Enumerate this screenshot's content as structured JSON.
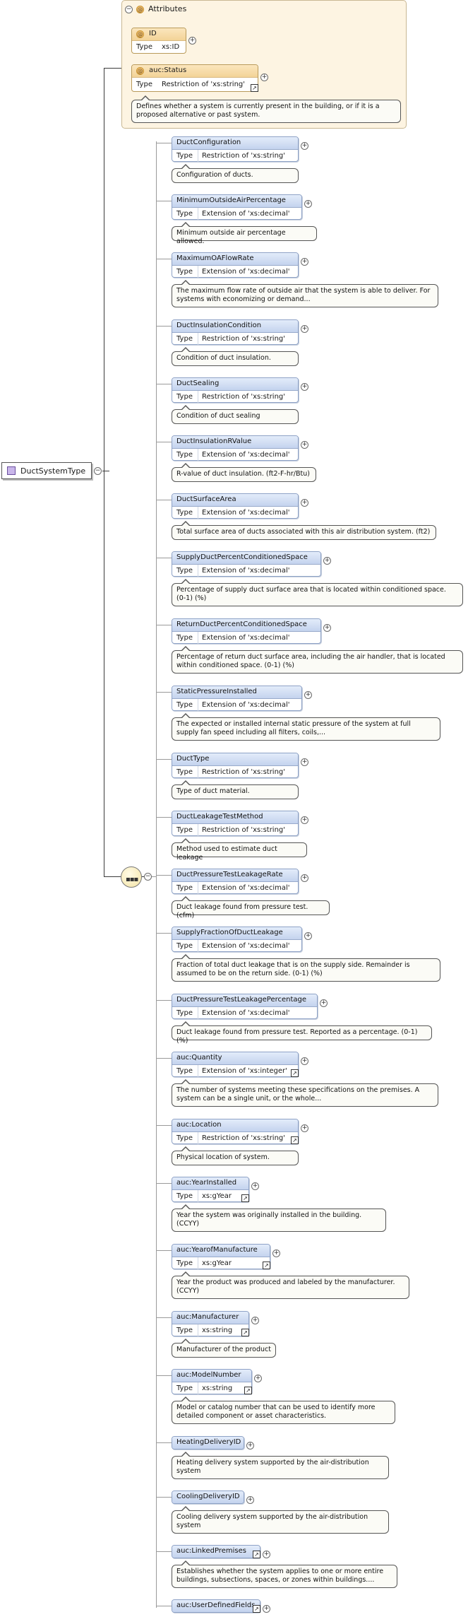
{
  "root": {
    "name": "DuctSystemType"
  },
  "attributes": {
    "title": "Attributes",
    "items": [
      {
        "name": "ID",
        "type_label": "Type",
        "type_value": "xs:ID",
        "has_link": false,
        "doc": ""
      },
      {
        "name": "auc:Status",
        "type_label": "Type",
        "type_value": "Restriction of 'xs:string'",
        "has_link": true,
        "doc": [
          "Defines whether a system is currently present in the building, or if it is a",
          "proposed alternative or past system."
        ]
      }
    ]
  },
  "elements": [
    {
      "name": "DuctConfiguration",
      "type": "Restriction of 'xs:string'",
      "link": false,
      "doc": [
        "Configuration of ducts."
      ]
    },
    {
      "name": "MinimumOutsideAirPercentage",
      "type": "Extension of 'xs:decimal'",
      "link": false,
      "doc": [
        "Minimum outside air percentage allowed."
      ]
    },
    {
      "name": "MaximumOAFlowRate",
      "type": "Extension of 'xs:decimal'",
      "link": false,
      "doc": [
        "The maximum flow rate of outside air that the system is able to deliver. For",
        "systems with economizing or demand..."
      ]
    },
    {
      "name": "DuctInsulationCondition",
      "type": "Restriction of 'xs:string'",
      "link": false,
      "doc": [
        "Condition of duct insulation."
      ]
    },
    {
      "name": "DuctSealing",
      "type": "Restriction of 'xs:string'",
      "link": false,
      "doc": [
        "Condition of duct sealing"
      ]
    },
    {
      "name": "DuctInsulationRValue",
      "type": "Extension of 'xs:decimal'",
      "link": false,
      "doc": [
        "R-value of duct insulation. (ft2-F-hr/Btu)"
      ]
    },
    {
      "name": "DuctSurfaceArea",
      "type": "Extension of 'xs:decimal'",
      "link": false,
      "doc": [
        "Total surface area of ducts associated with this air distribution system. (ft2)"
      ]
    },
    {
      "name": "SupplyDuctPercentConditionedSpace",
      "type": "Extension of 'xs:decimal'",
      "link": false,
      "doc": [
        "Percentage of supply duct surface area that is located within conditioned space.",
        "(0-1) (%)"
      ]
    },
    {
      "name": "ReturnDuctPercentConditionedSpace",
      "type": "Extension of 'xs:decimal'",
      "link": false,
      "doc": [
        "Percentage of return duct surface area, including the air handler, that is located",
        "within conditioned space. (0-1) (%)"
      ]
    },
    {
      "name": "StaticPressureInstalled",
      "type": "Extension of 'xs:decimal'",
      "link": false,
      "doc": [
        "The expected or installed internal static pressure of the system at full",
        "supply fan speed including all filters, coils,..."
      ]
    },
    {
      "name": "DuctType",
      "type": "Restriction of 'xs:string'",
      "link": false,
      "doc": [
        "Type of duct material."
      ]
    },
    {
      "name": "DuctLeakageTestMethod",
      "type": "Restriction of 'xs:string'",
      "link": false,
      "doc": [
        "Method used to estimate duct leakage"
      ]
    },
    {
      "name": "DuctPressureTestLeakageRate",
      "type": "Extension of 'xs:decimal'",
      "link": false,
      "doc": [
        "Duct leakage found from pressure test. (cfm)"
      ]
    },
    {
      "name": "SupplyFractionOfDuctLeakage",
      "type": "Extension of 'xs:decimal'",
      "link": false,
      "doc": [
        "Fraction of total duct leakage that is on the supply side. Remainder is",
        "assumed to be on the return side. (0-1) (%)"
      ]
    },
    {
      "name": "DuctPressureTestLeakagePercentage",
      "type": "Extension of 'xs:decimal'",
      "link": false,
      "doc": [
        "Duct leakage found from pressure test. Reported as a percentage. (0-1) (%)"
      ]
    },
    {
      "name": "auc:Quantity",
      "type": "Extension of 'xs:integer'",
      "link": true,
      "doc": [
        "The number of systems meeting these specifications on the premises. A",
        "system can be a single unit, or the whole..."
      ]
    },
    {
      "name": "auc:Location",
      "type": "Restriction of 'xs:string'",
      "link": true,
      "doc": [
        "Physical location of system."
      ]
    },
    {
      "name": "auc:YearInstalled",
      "type": "xs:gYear",
      "link": true,
      "doc": [
        "Year the system was originally installed in the building.",
        "(CCYY)"
      ]
    },
    {
      "name": "auc:YearofManufacture",
      "type": "xs:gYear",
      "link": true,
      "doc": [
        "Year the product was produced and labeled by the manufacturer.",
        "(CCYY)"
      ]
    },
    {
      "name": "auc:Manufacturer",
      "type": "xs:string",
      "link": true,
      "doc": [
        "Manufacturer of the product"
      ]
    },
    {
      "name": "auc:ModelNumber",
      "type": "xs:string",
      "link": true,
      "doc": [
        "Model or catalog number that can be used to identify more",
        "detailed component or asset characteristics."
      ]
    },
    {
      "name": "HeatingDeliveryID",
      "type": "",
      "link": false,
      "doc": [
        "Heating delivery system supported by the air-distribution",
        "system"
      ]
    },
    {
      "name": "CoolingDeliveryID",
      "type": "",
      "link": false,
      "doc": [
        "Cooling delivery system supported by the air-distribution",
        "system"
      ]
    },
    {
      "name": "auc:LinkedPremises",
      "type": "",
      "link": true,
      "doc": [
        "Establishes whether the system applies to one or more entire",
        "buildings, subsections, spaces, or zones within buildings...."
      ]
    },
    {
      "name": "auc:UserDefinedFields",
      "type": "",
      "link": true,
      "doc": []
    }
  ],
  "labels": {
    "type_label": "Type"
  },
  "icons": {
    "expand": "plus-circle-icon",
    "collapse": "minus-circle-icon",
    "link": "link-arrow-icon",
    "sequence": "sequence-icon"
  },
  "colors": {
    "element_header": "#c4d3ee",
    "attribute_bg": "#fdf4e2"
  }
}
